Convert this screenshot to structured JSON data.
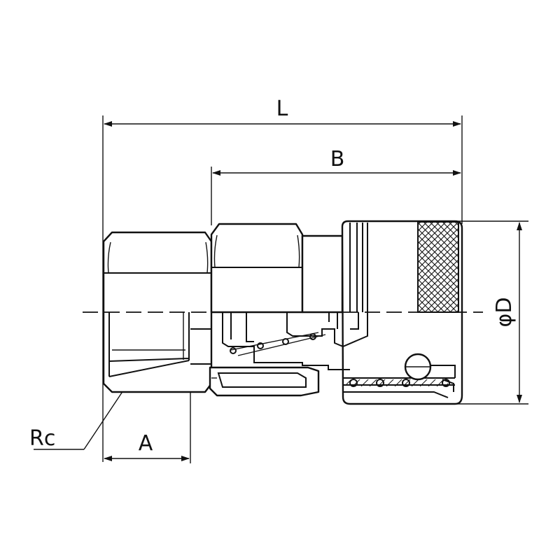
{
  "labels": {
    "L": "L",
    "B": "B",
    "D": "φD",
    "A": "A",
    "Rc": "Rc"
  }
}
